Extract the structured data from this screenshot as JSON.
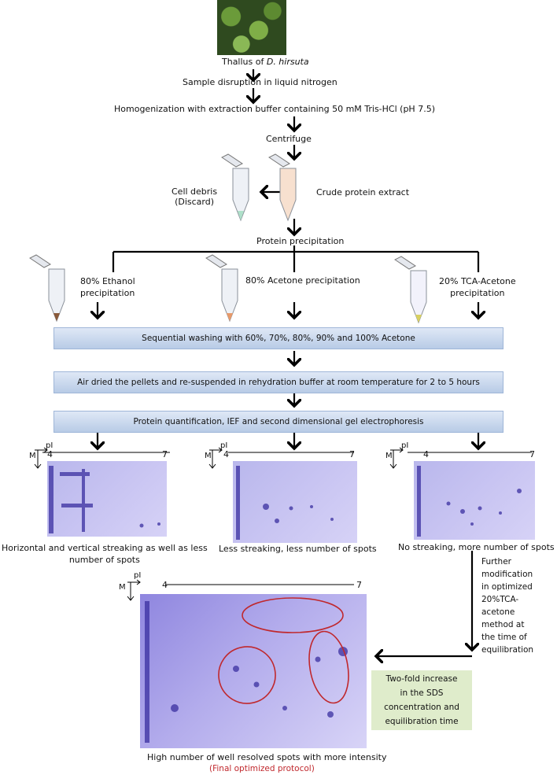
{
  "top": {
    "caption_prefix": "Thallus of ",
    "caption_species": "D. hirsuta"
  },
  "steps": {
    "disruption": "Sample disruption in liquid nitrogen",
    "homogenization": "Homogenization with extraction buffer containing 50 mM Tris-HCl (pH 7.5)",
    "centrifuge": "Centrifuge",
    "cell_debris_line1": "Cell debris",
    "cell_debris_line2": "(Discard)",
    "crude": "Crude protein extract",
    "precipitation": "Protein precipitation"
  },
  "branches": {
    "ethanol_line1": "80% Ethanol",
    "ethanol_line2": "precipitation",
    "acetone": "80% Acetone precipitation",
    "tca_line1": "20% TCA-Acetone",
    "tca_line2": "precipitation"
  },
  "bars": {
    "washing": "Sequential washing with 60%, 70%, 80%, 90% and 100% Acetone",
    "drying": "Air dried the pellets and re-suspended in rehydration buffer at room temperature for 2 to 5 hours",
    "quantification": "Protein quantification, IEF and second dimensional gel electrophoresis"
  },
  "gel_axes": {
    "pi": "pI",
    "m": "M",
    "start": "4",
    "end": "7"
  },
  "results": {
    "ethanol_line1": "Horizontal and vertical streaking as well as less",
    "ethanol_line2": "number of spots",
    "acetone": "Less streaking, less number of spots",
    "tca": "No streaking, more number of spots"
  },
  "modification": {
    "lines": [
      "Further",
      "modification",
      "in optimized",
      "20%TCA-",
      "acetone",
      "method     at",
      "the    time    of",
      "equilibration"
    ]
  },
  "increase_box": {
    "lines": [
      "Two-fold increase",
      "in the SDS",
      "concentration and",
      "equilibration time"
    ]
  },
  "final": {
    "caption": "High number of well resolved spots with more intensity",
    "protocol": "(Final optimized protocol)"
  },
  "colors": {
    "bar_fill": "#c9d8ee",
    "increase_box": "#dfeccb",
    "ellipse": "#c0282d",
    "final_text": "#c0282d",
    "gel": "#c4c0f0"
  }
}
